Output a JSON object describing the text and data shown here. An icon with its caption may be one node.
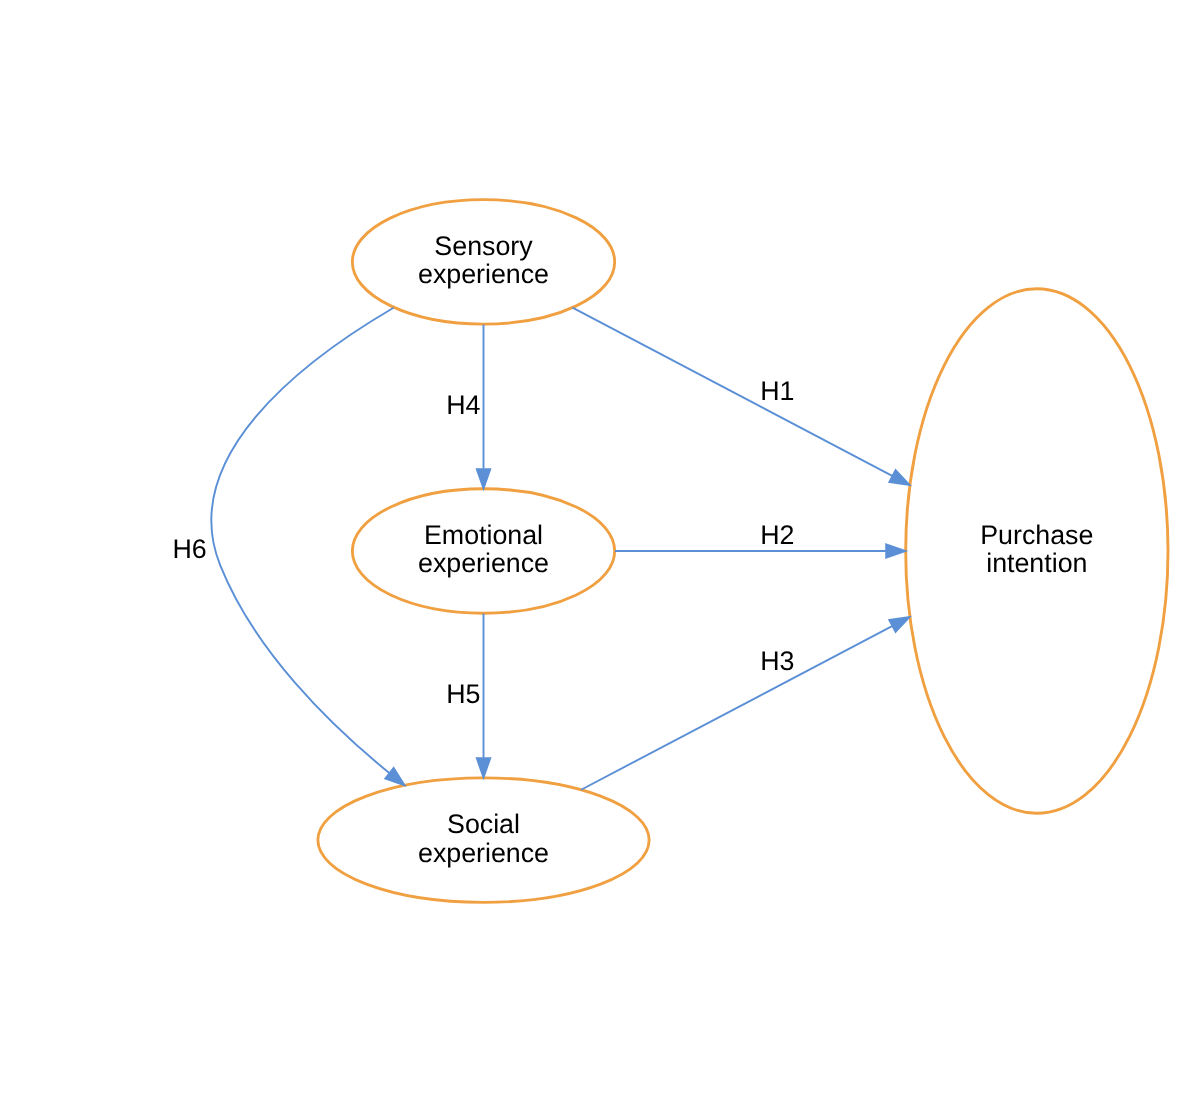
{
  "diagram": {
    "nodes": [
      {
        "text": [
          "Sensory experience"
        ]
      },
      {
        "text": [
          "Emotional experience"
        ]
      },
      {
        "text": [
          "Social experience"
        ]
      },
      {
        "text": [
          "Purchase intention"
        ]
      }
    ],
    "edges": [
      {
        "from": 0,
        "to": 3,
        "arrow": "to",
        "label": "H1"
      },
      {
        "from": 0,
        "to": 1,
        "arrow": "to",
        "label": "H4"
      },
      {
        "from": 0,
        "to": 2,
        "arrow": "to",
        "label": "H6"
      },
      {
        "from": 1,
        "to": 3,
        "arrow": "to",
        "label": "H2"
      },
      {
        "from": 1,
        "to": 2,
        "arrow": "to",
        "label": "H5"
      },
      {
        "from": 2,
        "to": 3,
        "arrow": "to",
        "label": "H3"
      }
    ]
  }
}
